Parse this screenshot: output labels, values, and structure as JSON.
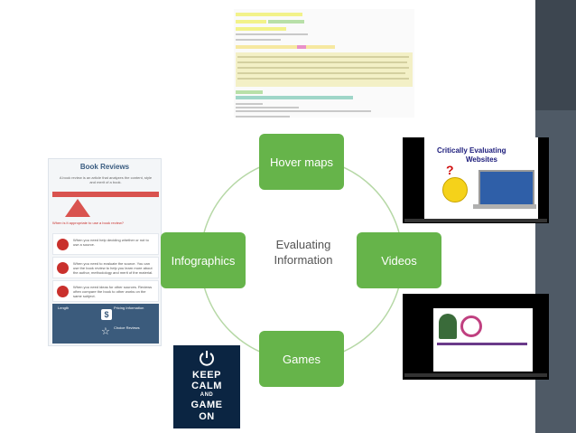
{
  "diagram": {
    "center_text": [
      "Evaluating",
      "Information"
    ],
    "nodes": {
      "top": "Hover maps",
      "right": "Videos",
      "bottom": "Games",
      "left": "Infographics"
    }
  },
  "images": {
    "infographic": {
      "title": "Book Reviews",
      "subtitle": "A book review is an article that analyzes the content, style and merit of a book.",
      "question": "When is it appropriate to use a book review?",
      "rows": [
        "When you need help deciding whether or not to use a source.",
        "When you need to evaluate the source. You can use the book review to help you learn more about the author, methodology and merit of the material.",
        "When you need ideas for other sources. Reviews often compare the book to other works on the same subject."
      ],
      "bottom_labels": [
        "Length",
        "Pricing Information",
        "Choice Reviews"
      ],
      "dollar": "$"
    },
    "video_top_title": [
      "Critically Evaluating",
      "Websites"
    ],
    "video_top_question": "?",
    "keep_calm": [
      "KEEP",
      "CALM",
      "AND",
      "GAME",
      "ON"
    ]
  },
  "colors": {
    "node_green": "#66b44a",
    "ring_green": "#b6d8a6",
    "sidebar": "#4f5a66",
    "keepcalm_bg": "#0b2542"
  },
  "icons": {
    "power": "power-icon",
    "smiley": "confused-face-icon",
    "laptop": "laptop-icon",
    "magnifier": "magnifier-icon",
    "graduate": "graduate-icon",
    "dollar": "dollar-icon",
    "star": "star-icon"
  }
}
